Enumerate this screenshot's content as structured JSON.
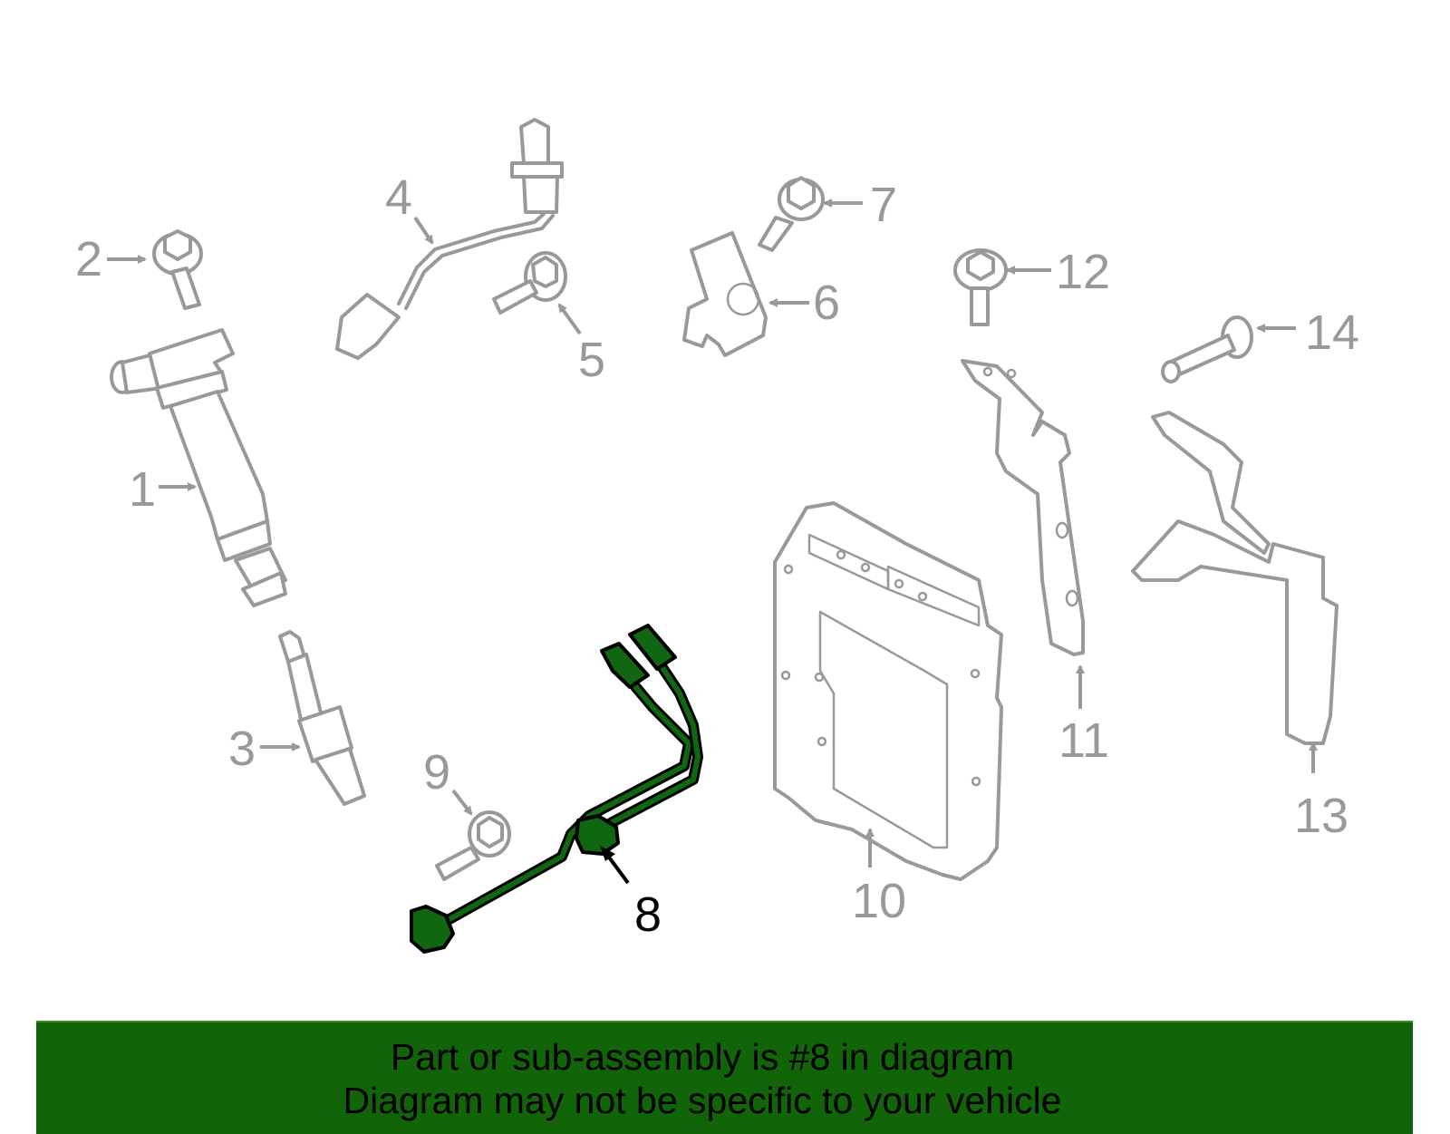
{
  "banner": {
    "line1": "Part or sub-assembly is #8 in diagram",
    "line2": "Diagram may not be specific to your vehicle",
    "background_color": "#116508"
  },
  "diagram": {
    "highlighted_part": "8",
    "highlight_color": "#116611",
    "line_color": "#999999",
    "callouts": [
      {
        "number": "1",
        "part": "ignition-coil"
      },
      {
        "number": "2",
        "part": "coil-bolt"
      },
      {
        "number": "3",
        "part": "spark-plug"
      },
      {
        "number": "4",
        "part": "sensor-with-wire"
      },
      {
        "number": "5",
        "part": "sensor-bolt"
      },
      {
        "number": "6",
        "part": "sensor-bracket"
      },
      {
        "number": "7",
        "part": "bracket-bolt"
      },
      {
        "number": "8",
        "part": "wire-harness"
      },
      {
        "number": "9",
        "part": "harness-bolt"
      },
      {
        "number": "10",
        "part": "control-module"
      },
      {
        "number": "11",
        "part": "module-bracket"
      },
      {
        "number": "12",
        "part": "module-bracket-bolt"
      },
      {
        "number": "13",
        "part": "module-mount-bracket"
      },
      {
        "number": "14",
        "part": "mount-bolt"
      }
    ]
  }
}
